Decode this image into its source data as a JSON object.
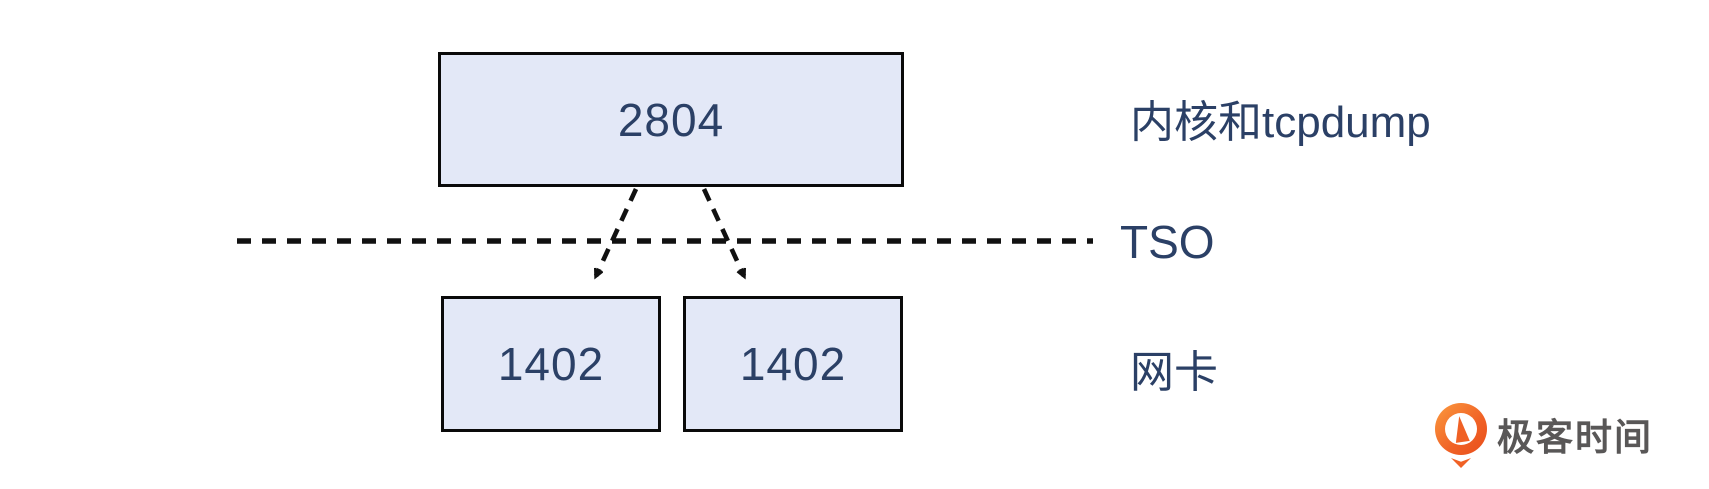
{
  "diagram": {
    "top_node": {
      "value": "2804"
    },
    "bottom_left_node": {
      "value": "1402"
    },
    "bottom_right_node": {
      "value": "1402"
    },
    "row_labels": {
      "top": "内核和tcpdump",
      "middle": "TSO",
      "bottom": "网卡"
    }
  },
  "branding": {
    "logo_text": "极客时间"
  },
  "colors": {
    "node_fill": "#E3E8F7",
    "node_border": "#0A0A0A",
    "node_text": "#2B4066",
    "label_text": "#2B4066",
    "connector": "#111111",
    "logo_orange": "#F06125",
    "logo_text_color": "#595757"
  }
}
